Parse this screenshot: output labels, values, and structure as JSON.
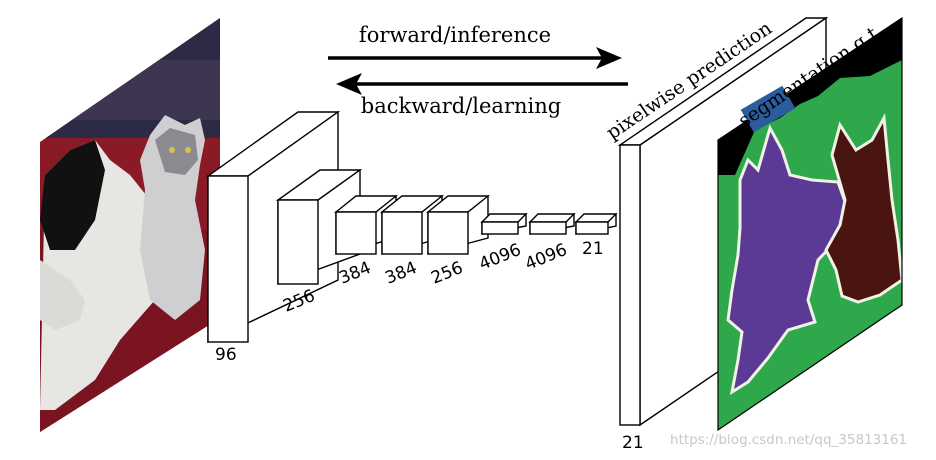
{
  "arrows": {
    "forward_label": "forward/inference",
    "backward_label": "backward/learning"
  },
  "layers": {
    "l1": "96",
    "l2": "256",
    "l3": "384",
    "l4": "384",
    "l5": "256",
    "l6": "4096",
    "l7": "4096",
    "l8": "21"
  },
  "output": {
    "prediction_label": "pixelwise prediction",
    "prediction_depth": "21",
    "gt_label": "segmentation g.t."
  },
  "watermark": "https://blog.csdn.net/qq_35813161",
  "colors": {
    "seg_background": "#2ea84a",
    "seg_dog": "#5b3a96",
    "seg_cat": "#4a1410",
    "seg_boundary": "#f1f1e6",
    "seg_black": "#000000",
    "legend_blue": "#2a5c9e"
  }
}
